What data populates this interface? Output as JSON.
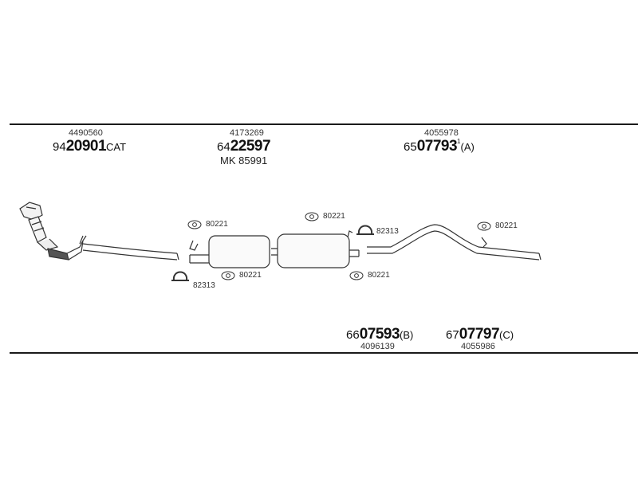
{
  "catalog": {
    "cat": {
      "ref": "4490560",
      "prefix": "94",
      "code": "20901",
      "suffix": "CAT"
    },
    "mid": {
      "ref": "4173269",
      "prefix": "64",
      "code": "22597",
      "note": "MK 85991"
    },
    "rear": {
      "ref": "4055978",
      "prefix": "65",
      "code": "07793",
      "mark": "1",
      "suffix": "(A)"
    },
    "kit_b": {
      "ref": "4096139",
      "prefix": "66",
      "code": "07593",
      "suffix": "(B)"
    },
    "kit_c": {
      "ref": "4055986",
      "prefix": "67",
      "code": "07797",
      "suffix": "(C)"
    }
  },
  "hardware": {
    "ring_80221": "80221",
    "clamp_82313": "82313"
  },
  "icons": [
    "gasket-ring-icon",
    "u-bolt-clamp-icon"
  ]
}
